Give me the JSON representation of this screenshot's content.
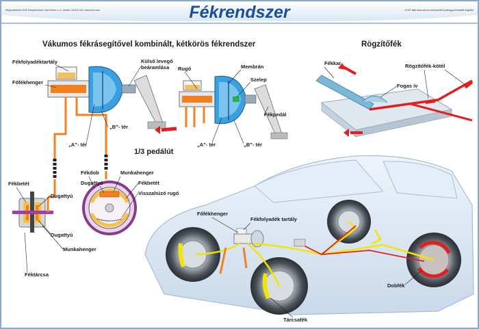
{
  "header": {
    "title": "Fékrendszer",
    "small_left": "Megrendelhető: 8130 Pánykézmíves, Kiss Ferenc u. 6., telefon: 54/431-024, www.kmor.com",
    "small_right": "A SZF által www.szfcom.hu/ismertetõ jóváhagyott oktatási segédlet"
  },
  "vacuum_section": {
    "heading": "Vákumos fékrásegítővel kombinált, kétkörös fékrendszer",
    "labels": {
      "fluid_reservoir": "Fékfolyadéktartály",
      "master_cylinder": "Főfékhenger",
      "outer_air": "Külső levegő",
      "air_inlet": "beáramlása",
      "b_space_1": "„B”- tér",
      "a_space_1": "„A”- tér",
      "spring": "Rugó",
      "membrane": "Membrán",
      "valve": "Szelep",
      "pedal": "Fékpedál",
      "a_space_2": "„A”- tér",
      "b_space_2": "„B”- tér",
      "pedal_travel": "1/3 pedálút"
    }
  },
  "disc_detail": {
    "pad": "Fékbetét",
    "piston_1": "Dugattyú",
    "piston_2": "Dugattyú",
    "wheel_cylinder": "Munkahenger",
    "disc": "Féktárcsa"
  },
  "drum_detail": {
    "drum": "Fékdob",
    "piston": "Dugattyú",
    "wheel_cylinder": "Munkahenger",
    "lining": "Fékbetét",
    "return_spring": "Visszahúzó rugó"
  },
  "parking_section": {
    "heading": "Rögzítőfék",
    "lever": "Fékkar",
    "cable": "Rögzítőfék-kötél",
    "ratchet": "Fogas ív"
  },
  "car_section": {
    "master_cylinder": "Főfékhenger",
    "reservoir": "Fékfolyadék tartály",
    "drum_brake": "Dobfék",
    "disc_brake": "Tárcsafék"
  },
  "colors": {
    "title_blue": "#1a4fa0",
    "brake_line_orange": "#f08020",
    "brake_line_yellow": "#f2e500",
    "cable_red": "#e02020",
    "booster_blue": "#3aa0e0",
    "drum_purple": "#8a3a8a"
  }
}
